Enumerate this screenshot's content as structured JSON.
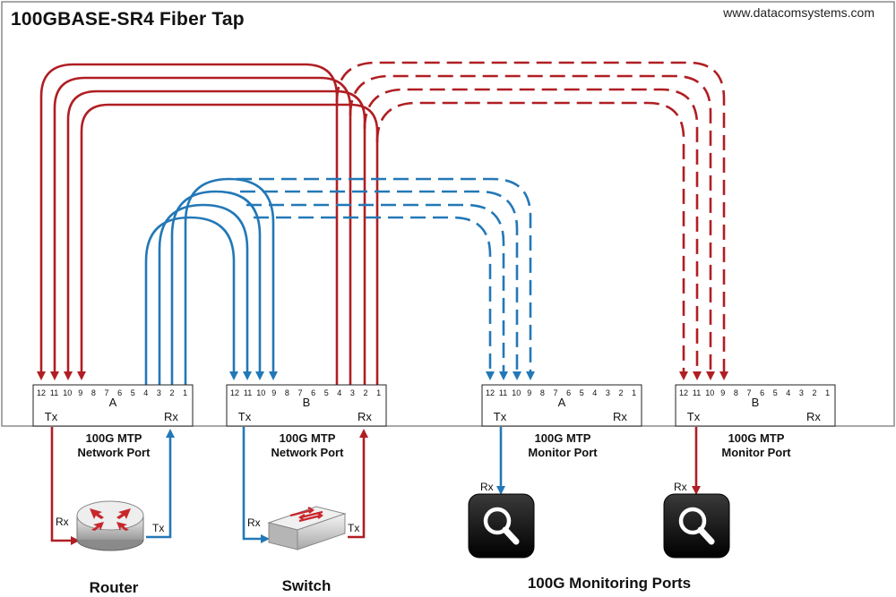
{
  "title": "100GBASE-SR4 Fiber Tap",
  "website": "www.datacomsystems.com",
  "colors": {
    "red": "#b01e23",
    "blue": "#2378b7",
    "frame": "#8c8c8c"
  },
  "pin_numbers": [
    "12",
    "11",
    "10",
    "9",
    "8",
    "7",
    "6",
    "5",
    "4",
    "3",
    "2",
    "1"
  ],
  "tx_label": "Tx",
  "rx_label": "Rx",
  "ports": [
    {
      "id": "network-a",
      "letter": "A",
      "name_line1": "100G MTP",
      "name_line2": "Network Port"
    },
    {
      "id": "network-b",
      "letter": "B",
      "name_line1": "100G MTP",
      "name_line2": "Network Port"
    },
    {
      "id": "monitor-a",
      "letter": "A",
      "name_line1": "100G MTP",
      "name_line2": "Monitor Port"
    },
    {
      "id": "monitor-b",
      "letter": "B",
      "name_line1": "100G MTP",
      "name_line2": "Monitor Port"
    }
  ],
  "devices": {
    "router": {
      "label": "Router",
      "icon": "router-icon"
    },
    "switch": {
      "label": "Switch",
      "icon": "switch-icon"
    },
    "monitor_a": {
      "icon": "magnifier-icon"
    },
    "monitor_b": {
      "icon": "magnifier-icon"
    }
  },
  "monitoring_caption": "100G Monitoring Ports"
}
